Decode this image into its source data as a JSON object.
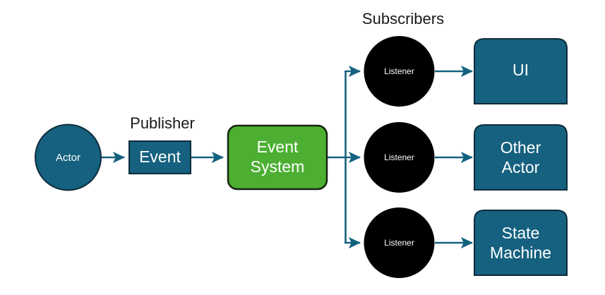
{
  "diagram": {
    "title_labels": [
      {
        "id": "subscribers",
        "text": "Subscribers"
      },
      {
        "id": "publisher",
        "text": "Publisher"
      }
    ],
    "nodes": {
      "actor": {
        "label": "Actor",
        "shape": "circle",
        "color": "#15617f"
      },
      "event": {
        "label": "Event",
        "shape": "rectangle",
        "color": "#15617f"
      },
      "event_system": {
        "label_line1": "Event",
        "label_line2": "System",
        "shape": "rounded-rectangle",
        "color": "#4caf32"
      },
      "listener_top": {
        "label": "Listener",
        "shape": "circle",
        "color": "#000000"
      },
      "listener_middle": {
        "label": "Listener",
        "shape": "circle",
        "color": "#000000"
      },
      "listener_bottom": {
        "label": "Listener",
        "shape": "circle",
        "color": "#000000"
      },
      "ui": {
        "label": "UI",
        "shape": "top-rounded-rectangle",
        "color": "#15617f"
      },
      "other_actor": {
        "label_line1": "Other",
        "label_line2": "Actor",
        "shape": "top-rounded-rectangle",
        "color": "#15617f"
      },
      "state_machine": {
        "label_line1": "State",
        "label_line2": "Machine",
        "shape": "top-rounded-rectangle",
        "color": "#15617f"
      }
    },
    "connector_color": "#14617f",
    "background": "#ffffff"
  }
}
